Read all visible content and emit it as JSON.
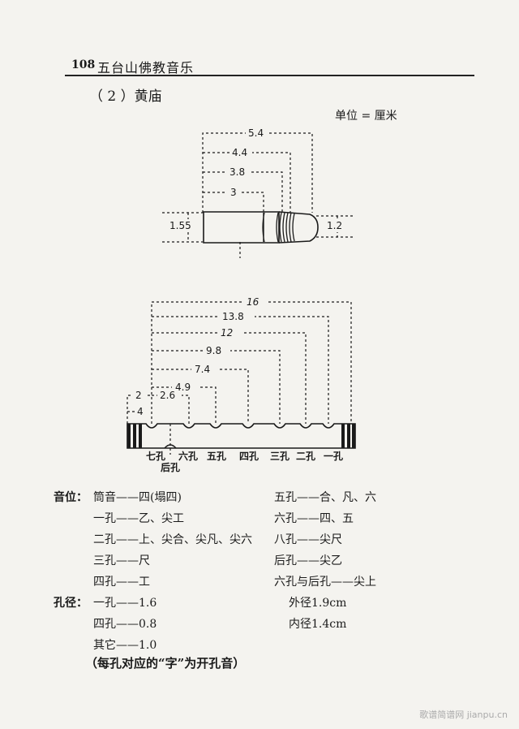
{
  "header": {
    "page_number": "108",
    "book_title": "五台山佛教音乐"
  },
  "section_title": "（ 2 ）黄庙",
  "unit_label": "单位 = 厘米",
  "fig1": {
    "dims": [
      "5.4",
      "4.4",
      "3.8",
      "3"
    ],
    "left_diameter": "1.55",
    "right_diameter": "1.2"
  },
  "fig2": {
    "dims": [
      "16",
      "13.8",
      "12",
      "9.8",
      "7.4",
      "4.9",
      "2.6",
      "2",
      "4"
    ],
    "hole_labels": [
      "七孔",
      "六孔",
      "五孔",
      "四孔",
      "三孔",
      "二孔",
      "一孔"
    ],
    "back_hole_label": "后孔"
  },
  "fingering": {
    "label": "音位：",
    "left": [
      "筒音——四(塌四)",
      "一孔——乙、尖工",
      "二孔——上、尖合、尖凡、尖六",
      "三孔——尺",
      "四孔——工"
    ],
    "right": [
      "五孔——合、凡、六",
      "六孔——四、五",
      "八孔——尖尺",
      "后孔——尖乙",
      "六孔与后孔——尖上"
    ]
  },
  "bore": {
    "label": "孔径：",
    "left": [
      "一孔——1.6",
      "四孔——0.8",
      "其它——1.0"
    ],
    "right": [
      "外径1.9cm",
      "内径1.4cm"
    ]
  },
  "note": "（每孔对应的“字”为开孔音）",
  "watermark": "歌谱简谱网 jianpu.cn"
}
